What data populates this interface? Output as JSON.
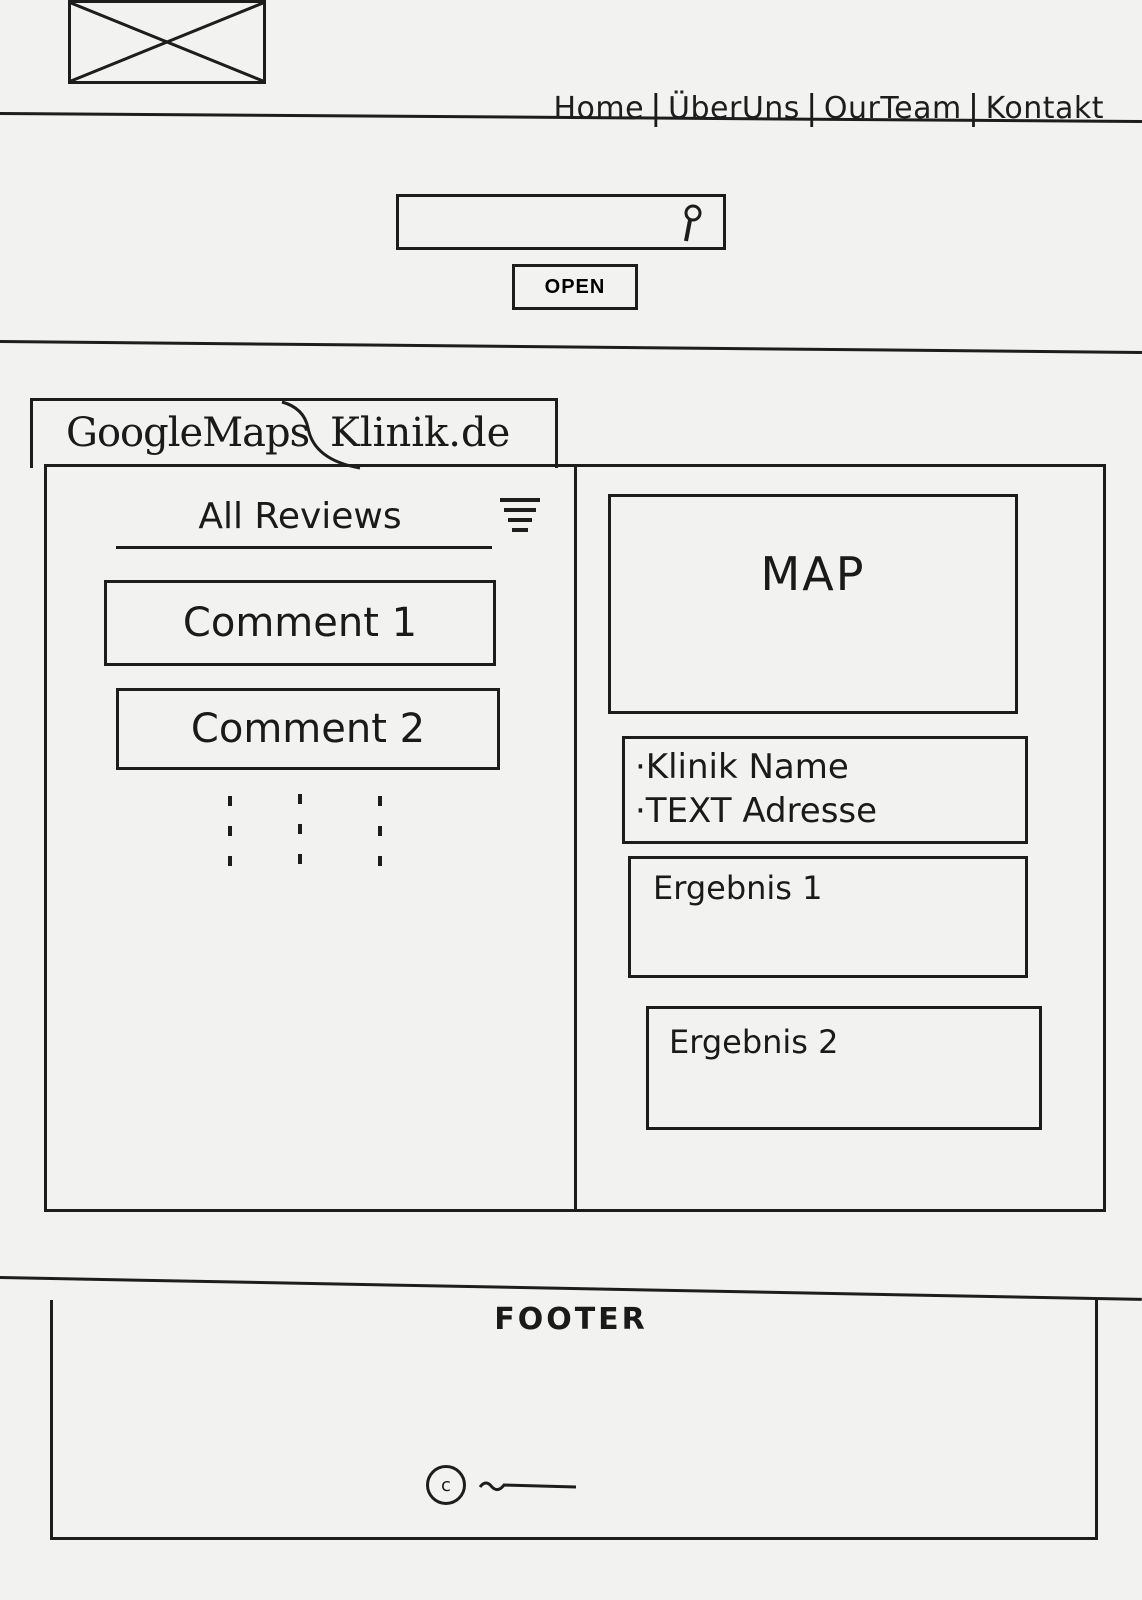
{
  "header": {
    "logo": "image-placeholder-icon",
    "nav": [
      {
        "label": "Home"
      },
      {
        "label": "ÜberUns"
      },
      {
        "label": "OurTeam"
      },
      {
        "label": "Kontakt"
      }
    ]
  },
  "search": {
    "value": "",
    "icon": "search-icon",
    "open_label": "OPEN"
  },
  "tabs": [
    {
      "label": "GoogleMaps",
      "active": true
    },
    {
      "label": "Klinik.de",
      "active": false
    }
  ],
  "reviews": {
    "title": "All Reviews",
    "filter_icon": "filter-icon",
    "comments": [
      {
        "label": "Comment 1"
      },
      {
        "label": "Comment 2"
      }
    ]
  },
  "details": {
    "map_label": "MAP",
    "info_lines": [
      "·Klinik Name",
      "·TEXT Adresse"
    ],
    "results": [
      {
        "label": "Ergebnis 1"
      },
      {
        "label": "Ergebnis 2"
      }
    ]
  },
  "footer": {
    "title": "FOOTER",
    "copyright_symbol": "c"
  }
}
